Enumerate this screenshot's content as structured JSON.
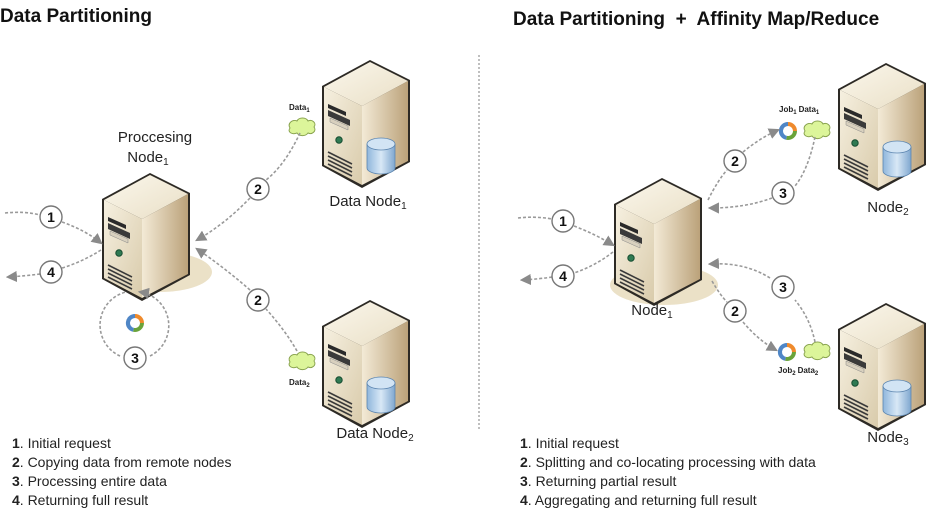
{
  "left_panel": {
    "title": "Data Partitioning",
    "processing_node_label_line1": "Proccesing",
    "processing_node_label_line2": "Node",
    "processing_node_sub": "1",
    "data_node1_label": "Data Node",
    "data_node1_sub": "1",
    "data_node2_label": "Data Node",
    "data_node2_sub": "2",
    "data1_tag": "Data",
    "data1_sub": "1",
    "data2_tag": "Data",
    "data2_sub": "2",
    "step_badges": [
      "1",
      "2",
      "2",
      "3",
      "4"
    ],
    "legend": [
      {
        "num": "1",
        "text": ". Initial request"
      },
      {
        "num": "2",
        "text": ". Copying data from remote nodes"
      },
      {
        "num": "3",
        "text": ". Processing entire data"
      },
      {
        "num": "4",
        "text": ". Returning full result"
      }
    ]
  },
  "right_panel": {
    "title": "Data Partitioning  +  Affinity Map/Reduce",
    "node1_label": "Node",
    "node1_sub": "1",
    "node2_label": "Node",
    "node2_sub": "2",
    "node3_label": "Node",
    "node3_sub": "3",
    "job1_tag": "Job",
    "job1_sub": "1",
    "data1_tag": "Data",
    "data1_sub": "1",
    "job2_tag": "Job",
    "job2_sub": "2",
    "data2_tag": "Data",
    "data2_sub": "2",
    "step_badges": [
      "1",
      "2",
      "3",
      "2",
      "3",
      "4"
    ],
    "legend": [
      {
        "num": "1",
        "text": ". Initial request"
      },
      {
        "num": "2",
        "text": ". Splitting and co-locating processing with data"
      },
      {
        "num": "3",
        "text": ". Returning partial result"
      },
      {
        "num": "4",
        "text": ". Aggregating and returning full result"
      }
    ]
  },
  "colors": {
    "server_front": "#efe6d2",
    "server_side": "#c9b48f",
    "database": "#a9c8e6",
    "cloud": "#dcf59a",
    "connector": "#9a9a9a"
  }
}
